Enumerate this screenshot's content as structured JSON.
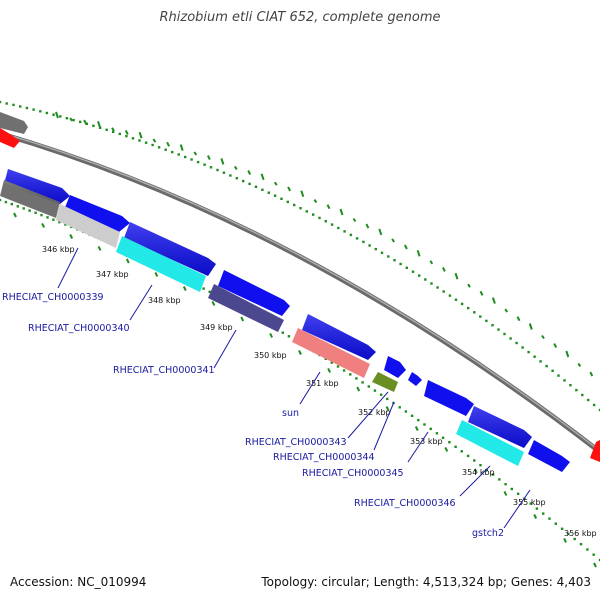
{
  "title": "Rhizobium etli CIAT 652, complete genome",
  "accession": "Accession: NC_010994",
  "summary": "Topology: circular; Length: 4,513,324 bp; Genes: 4,403",
  "colors": {
    "backbone": "#8c8c8c",
    "gc_dots": "#1e8c1e",
    "forward_cds": "#1010ee",
    "gene_red": "#ff1010",
    "gray": "#6e6e6e",
    "light_gray": "#cfcfcf",
    "cyan": "#22e8e8",
    "slate": "#4b4890",
    "pink": "#f08080",
    "olive": "#6b8e23",
    "label": "#1a1aa0"
  },
  "ticks": [
    "346 kbp",
    "347 kbp",
    "348 kbp",
    "349 kbp",
    "350 kbp",
    "351 kbp",
    "352 kbp",
    "353 kbp",
    "354 kbp",
    "355 kbp",
    "356 kbp"
  ],
  "gene_labels": [
    "RHECIAT_CH0000339",
    "RHECIAT_CH0000340",
    "RHECIAT_CH0000341",
    "sun",
    "RHECIAT_CH0000343",
    "RHECIAT_CH0000344",
    "RHECIAT_CH0000345",
    "RHECIAT_CH0000346",
    "gstch2"
  ]
}
